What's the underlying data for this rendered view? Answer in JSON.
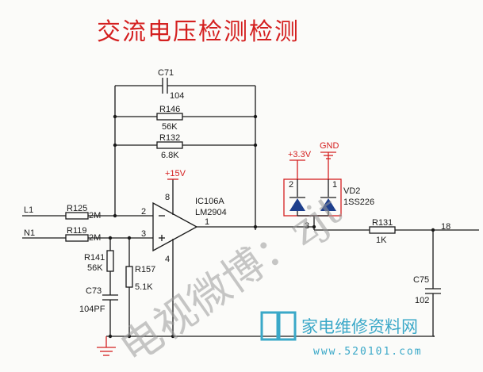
{
  "title": "交流电压检测检测",
  "inputs": {
    "l1": "L1",
    "n1": "N1"
  },
  "resistors": {
    "r125": {
      "ref": "R125",
      "value": "2M"
    },
    "r119": {
      "ref": "R119",
      "value": "2M"
    },
    "r146": {
      "ref": "R146",
      "value": "56K"
    },
    "r132": {
      "ref": "R132",
      "value": "6.8K"
    },
    "r141": {
      "ref": "R141",
      "value": "56K"
    },
    "r157": {
      "ref": "R157",
      "value": "5.1K"
    },
    "r131": {
      "ref": "R131",
      "value": "1K"
    }
  },
  "capacitors": {
    "c71": {
      "ref": "C71",
      "value": "104"
    },
    "c73": {
      "ref": "C73",
      "value": "104PF"
    },
    "c75": {
      "ref": "C75",
      "value": "102"
    }
  },
  "opamp": {
    "ref": "IC106A",
    "part": "LM2904",
    "supply": "+15V",
    "pin_in_neg": "2",
    "pin_in_pos": "3",
    "pin_out": "1",
    "pin_vcc": "8",
    "pin_gnd": "4"
  },
  "diode": {
    "ref": "VD2",
    "part": "1SS226",
    "rail_pos": "+3.3V",
    "rail_gnd": "GND",
    "pin_a": "2",
    "pin_b": "1",
    "pin_common": "3"
  },
  "output_node": "18",
  "watermark": {
    "site_text": "家电维修资料网",
    "site_url": "www.520101.com",
    "diag_text": "电视微博：zjt"
  },
  "colors": {
    "title": "#d42020",
    "rail": "#d42020",
    "diode_fill": "#1e3f8c",
    "logo": "#3aa8c8"
  }
}
